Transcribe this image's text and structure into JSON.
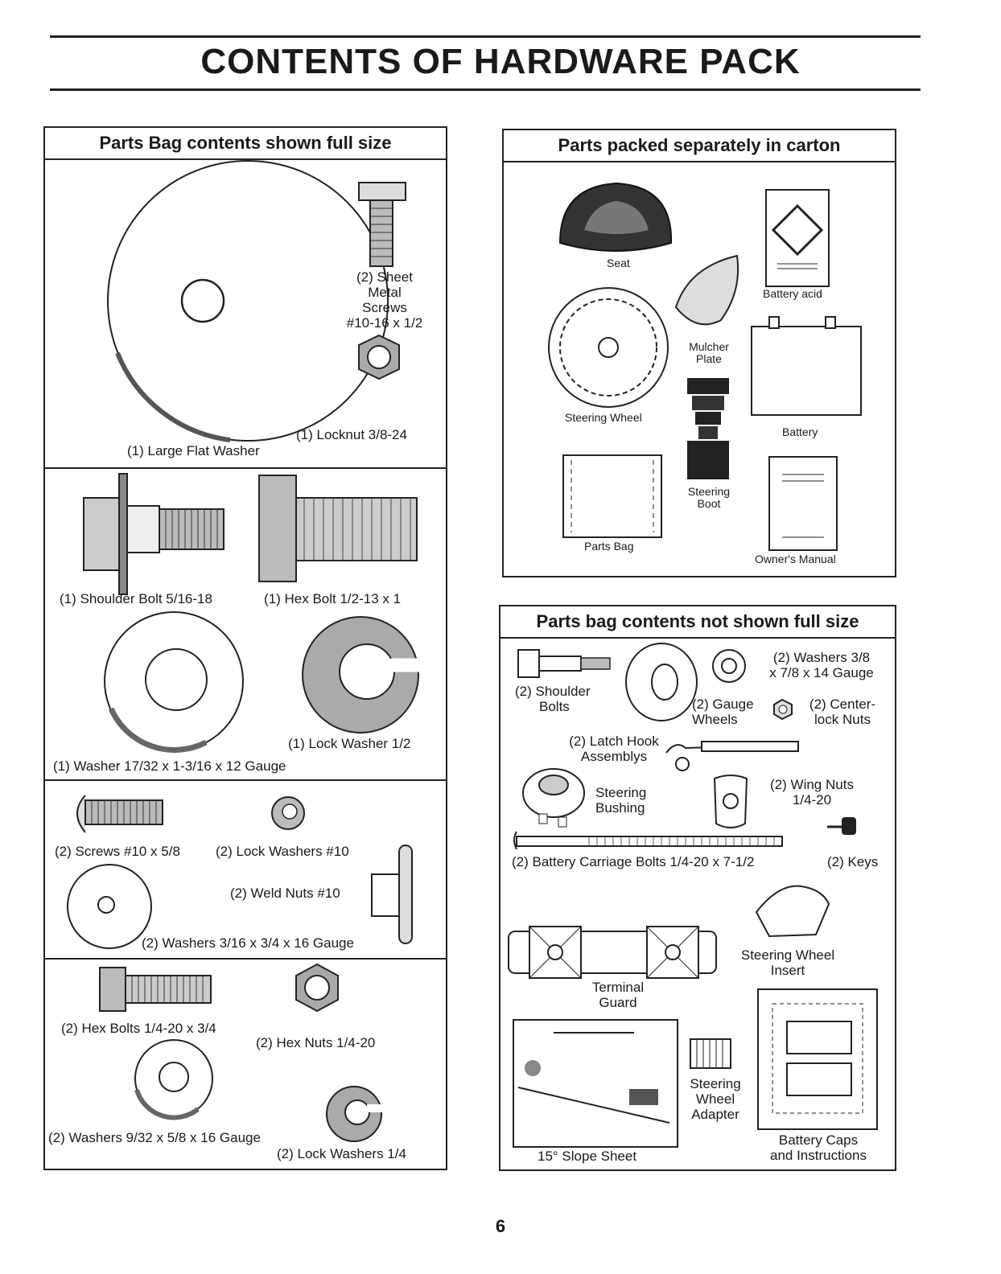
{
  "title": "CONTENTS OF HARDWARE PACK",
  "page_number": "6",
  "left_panel": {
    "heading": "Parts Bag contents shown full size",
    "items": {
      "sheet_metal_screws": [
        "(2) Sheet",
        "Metal",
        "Screws",
        "#10-16 x 1/2"
      ],
      "locknut": "(1) Locknut  3/8-24",
      "large_flat_washer": "(1) Large Flat Washer",
      "shoulder_bolt": "(1) Shoulder Bolt  5/16-18",
      "hex_bolt": "(1) Hex Bolt  1/2-13 x 1",
      "lock_washer_half": "(1) Lock Washer  1/2",
      "washer_17_32": "(1) Washer  17/32 x 1-3/16 x 12 Gauge",
      "screws_10": "(2) Screws  #10 x 5/8",
      "lock_washers_10": "(2) Lock Washers  #10",
      "weld_nuts": "(2) Weld Nuts  #10",
      "washers_3_16": "(2) Washers  3/16 x 3/4 x 16 Gauge",
      "hex_bolts": "(2) Hex Bolts  1/4-20 x 3/4",
      "hex_nuts": "(2) Hex Nuts  1/4-20",
      "washers_9_32": "(2) Washers  9/32  x 5/8 x 16 Gauge",
      "lock_washers_quarter": "(2) Lock Washers  1/4"
    }
  },
  "carton_panel": {
    "heading": "Parts packed separately in carton",
    "items": {
      "seat": "Seat",
      "battery_acid": "Battery acid",
      "mulcher_plate": [
        "Mulcher",
        "Plate"
      ],
      "steering_wheel": "Steering Wheel",
      "battery": "Battery",
      "steering_boot": [
        "Steering",
        "Boot"
      ],
      "parts_bag": "Parts Bag",
      "owners_manual": "Owner's Manual"
    }
  },
  "not_full_size_panel": {
    "heading": "Parts bag contents not shown full size",
    "items": {
      "washers_3_8": [
        "(2) Washers  3/8",
        "x 7/8 x 14 Gauge"
      ],
      "shoulder_bolts": [
        "(2) Shoulder",
        "Bolts"
      ],
      "gauge_wheels": [
        "(2) Gauge",
        "Wheels"
      ],
      "center_lock_nuts": [
        "(2) Center-",
        "lock Nuts"
      ],
      "latch_hook": [
        "(2) Latch Hook",
        "Assemblys"
      ],
      "steering_bushing": [
        "Steering",
        "Bushing"
      ],
      "wing_nuts": [
        "(2) Wing Nuts",
        "1/4-20"
      ],
      "carriage_bolts": "(2) Battery Carriage Bolts 1/4-20 x 7-1/2",
      "keys": "(2) Keys",
      "steering_wheel_insert": [
        "Steering Wheel",
        "Insert"
      ],
      "terminal_guard": [
        "Terminal",
        "Guard"
      ],
      "steering_wheel_adapter": [
        "Steering",
        "Wheel",
        "Adapter"
      ],
      "slope_sheet": "15° Slope Sheet",
      "battery_caps": [
        "Battery Caps",
        "and Instructions"
      ]
    }
  }
}
